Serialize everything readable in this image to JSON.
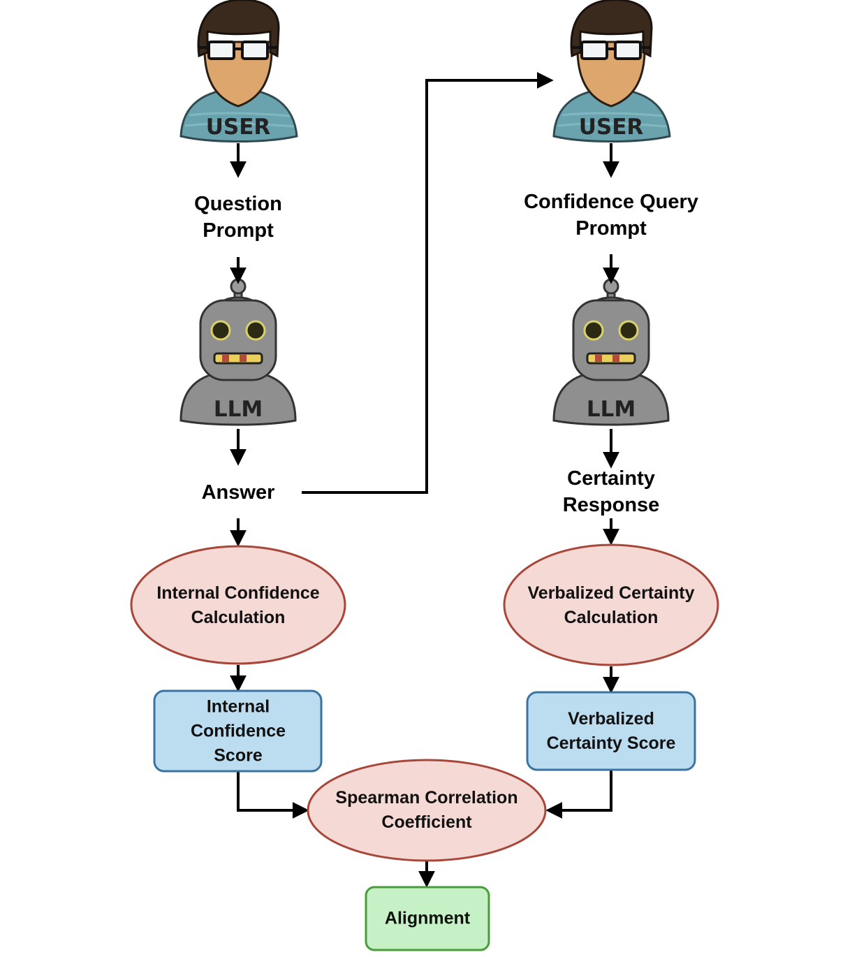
{
  "diagram": {
    "title": "",
    "actors": {
      "user_left": {
        "label": "USER",
        "icon": "user-icon"
      },
      "user_right": {
        "label": "USER",
        "icon": "user-icon"
      },
      "llm_left": {
        "label": "LLM",
        "icon": "robot-icon"
      },
      "llm_right": {
        "label": "LLM",
        "icon": "robot-icon"
      }
    },
    "left_flow": {
      "question_prompt": [
        "Question",
        "Prompt"
      ],
      "answer": "Answer",
      "calc": [
        "Internal Confidence",
        "Calculation"
      ],
      "score": [
        "Internal",
        "Confidence",
        "Score"
      ]
    },
    "right_flow": {
      "query_prompt": [
        "Confidence Query",
        "Prompt"
      ],
      "response": [
        "Certainty",
        "Response"
      ],
      "calc": [
        "Verbalized Certainty",
        "Calculation"
      ],
      "score": [
        "Verbalized",
        "Certainty Score"
      ]
    },
    "merge": {
      "correlation": [
        "Spearman Correlation",
        "Coefficient"
      ],
      "result": "Alignment"
    },
    "colors": {
      "ellipse_fill": "#f5d9d5",
      "ellipse_stroke": "#a8463a",
      "box_fill": "#bcdcf0",
      "box_stroke": "#3a73a0",
      "result_fill": "#c6f0c6",
      "result_stroke": "#4a9c3a",
      "arrow": "#000000",
      "shirt": "#6aa3ad",
      "skin": "#dca66c",
      "hair": "#3a2a1e",
      "robot": "#8f8f8f"
    }
  }
}
